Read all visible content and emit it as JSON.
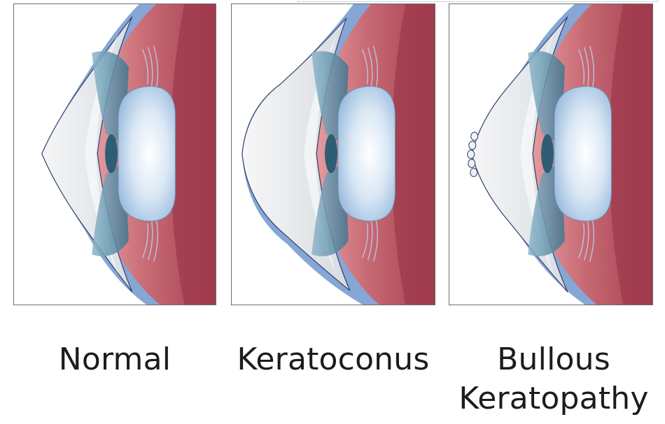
{
  "figure": {
    "panels": [
      {
        "label": "Normal"
      },
      {
        "label": "Keratoconus"
      },
      {
        "label": "Bullous Keratopathy"
      }
    ]
  },
  "colors": {
    "sclera_blue": "#7f9fd2",
    "choroid_pink": "#d2757d",
    "choroid_dark": "#a53e4f",
    "iris_teal": "#5e94ad",
    "lens_blue": "#c9ddf2",
    "cornea_white": "#eef1f4"
  }
}
